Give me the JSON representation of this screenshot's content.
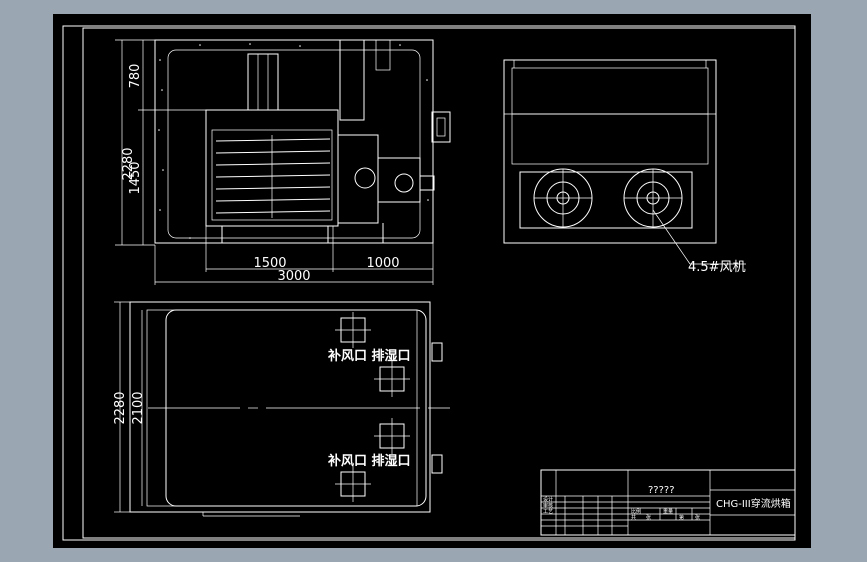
{
  "front_view": {
    "dim_height_total": "2280",
    "dim_upper": "780",
    "dim_lower": "1450",
    "dim_width_left": "1500",
    "dim_width_right": "1000",
    "dim_width_total": "3000"
  },
  "side_view": {
    "fan_callout": "4.5#风机"
  },
  "plan_view": {
    "dim_width_outer": "2280",
    "dim_width_inner": "2100",
    "top_labels": "补风口 排湿口",
    "bottom_labels": "补风口 排湿口"
  },
  "title_block": {
    "drawing_name": "?????",
    "product_name": "CHG-III穿流烘箱",
    "small_texts": [
      "设计",
      "审核",
      "工艺",
      "比例",
      "重量",
      "共",
      "张",
      "第",
      "张"
    ]
  },
  "colors": {
    "sheet_background": "#9ba6b3",
    "drawing_background": "#000000",
    "line_color": "#ffffff"
  }
}
